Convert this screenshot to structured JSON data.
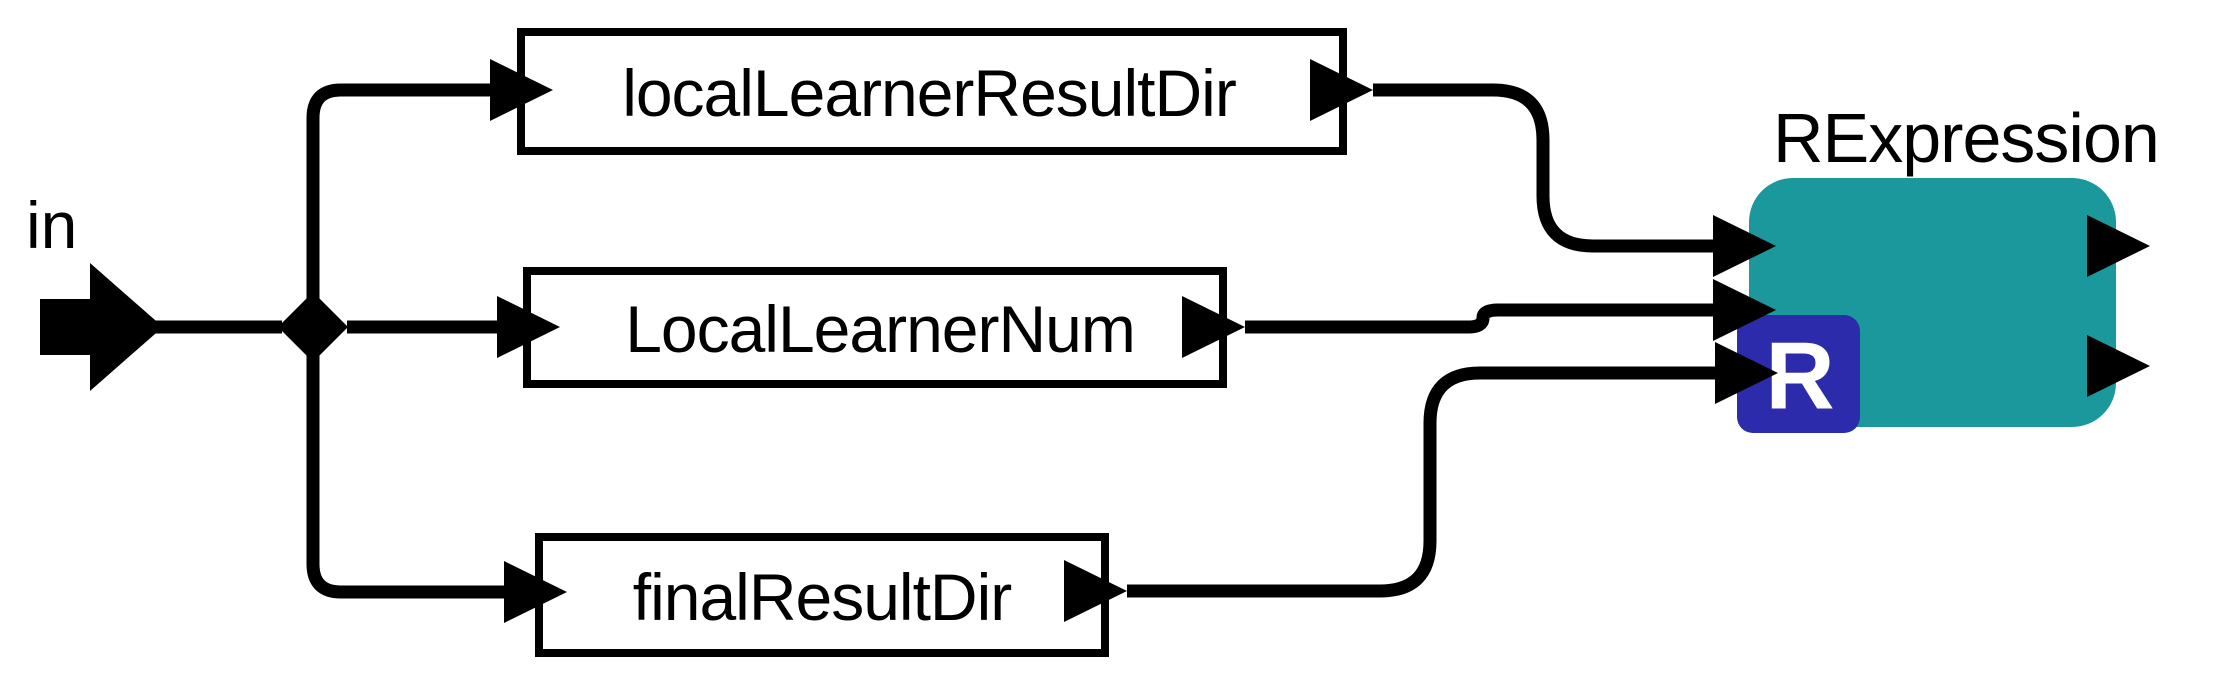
{
  "diagram": {
    "kind": "workflow-diagram",
    "background": "#FFFFFF",
    "line_color": "#000000",
    "input_port": {
      "label": "in"
    },
    "junction": {
      "shape": "diamond"
    },
    "parameter_nodes": [
      {
        "label": "localLearnerResultDir"
      },
      {
        "label": "LocalLearnerNum"
      },
      {
        "label": "finalResultDir"
      }
    ],
    "processor_node": {
      "title": "RExpression",
      "badge_letter": "R",
      "input_port_count": 3,
      "output_port_count": 2
    },
    "colors": {
      "processor_fill": "#1A989B",
      "badge_fill": "#2B2BAB",
      "badge_text": "#FFFFFF",
      "box_fill": "#FFFFFF",
      "edge_color": "#000000"
    }
  }
}
